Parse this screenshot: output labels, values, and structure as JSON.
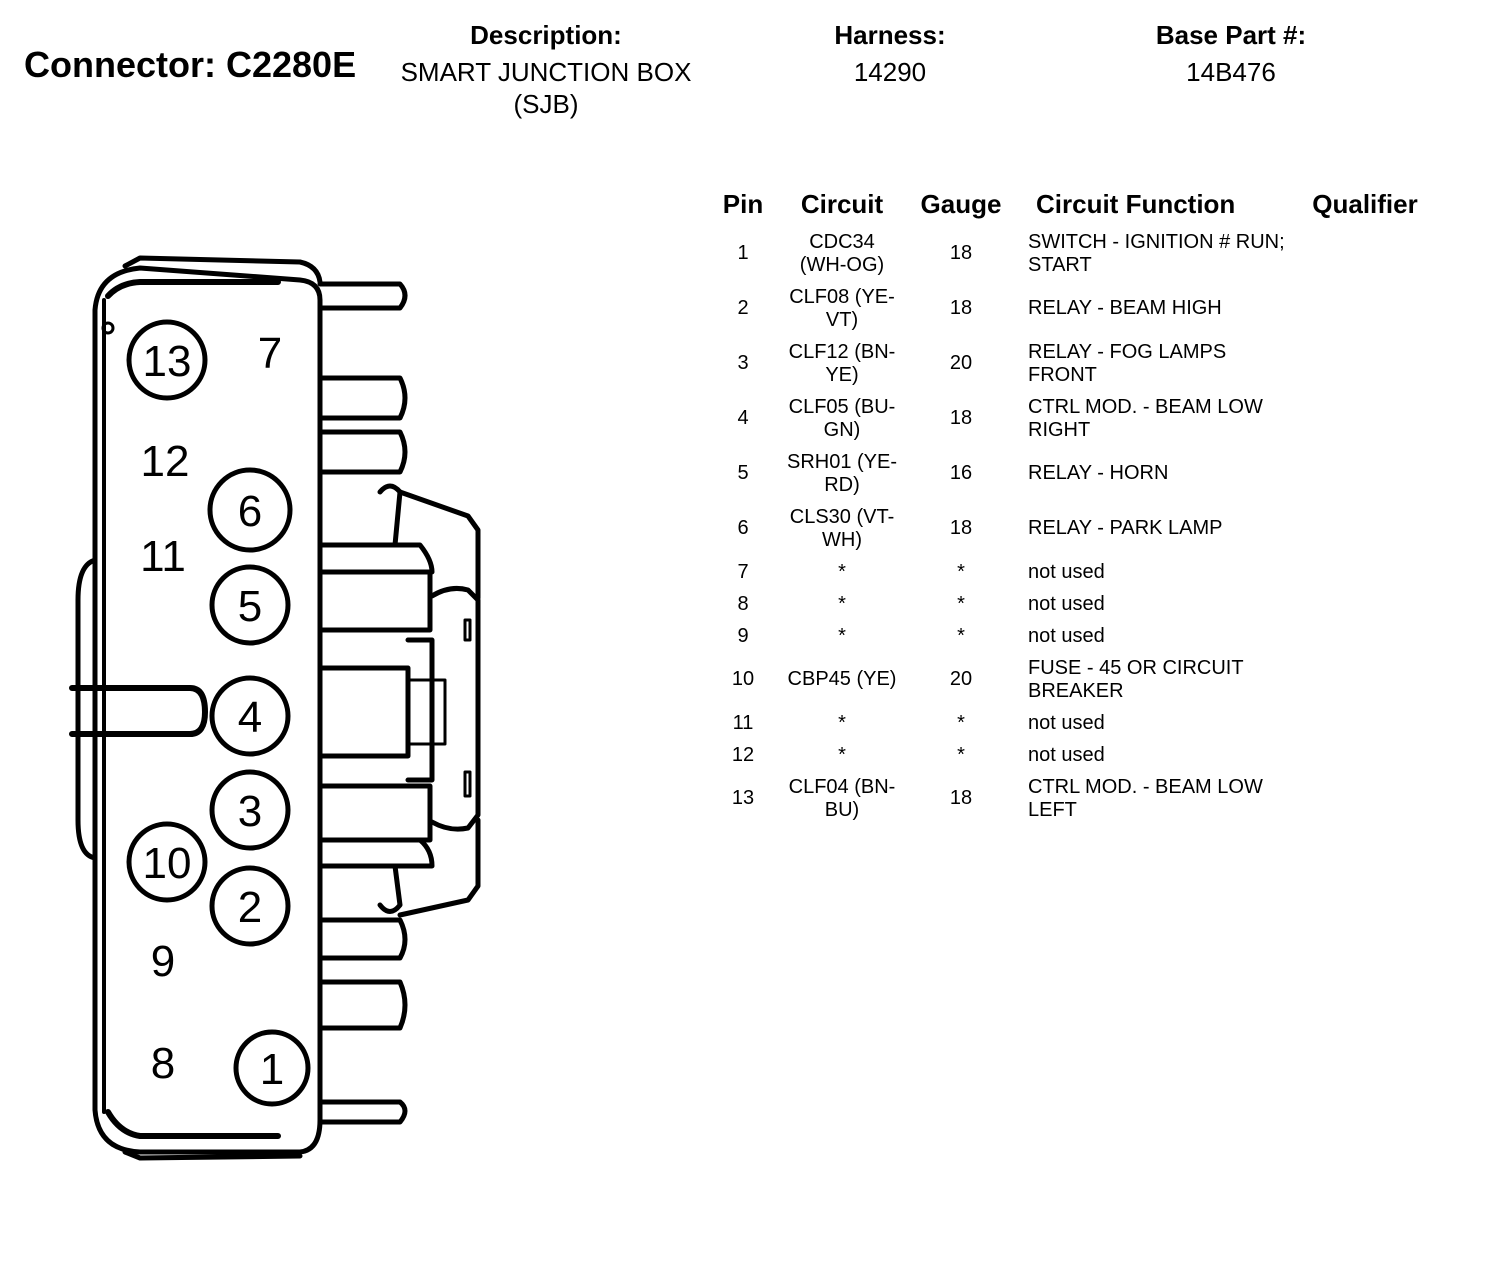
{
  "header": {
    "connector_label": "Connector: C2280E",
    "description_heading": "Description:",
    "description_line1": "SMART JUNCTION BOX",
    "description_line2": "(SJB)",
    "harness_heading": "Harness:",
    "harness_value": "14290",
    "base_part_heading": "Base Part #:",
    "base_part_value": "14B476"
  },
  "table": {
    "columns": [
      "Pin",
      "Circuit",
      "Gauge",
      "Circuit Function",
      "Qualifier"
    ],
    "rows": [
      {
        "pin": "1",
        "circuit": "CDC34 (WH-OG)",
        "gauge": "18",
        "function": "SWITCH - IGNITION # RUN; START",
        "qualifier": ""
      },
      {
        "pin": "2",
        "circuit": "CLF08 (YE-VT)",
        "gauge": "18",
        "function": "RELAY - BEAM HIGH",
        "qualifier": ""
      },
      {
        "pin": "3",
        "circuit": "CLF12 (BN-YE)",
        "gauge": "20",
        "function": "RELAY - FOG LAMPS FRONT",
        "qualifier": ""
      },
      {
        "pin": "4",
        "circuit": "CLF05 (BU-GN)",
        "gauge": "18",
        "function": "CTRL MOD. - BEAM LOW RIGHT",
        "qualifier": ""
      },
      {
        "pin": "5",
        "circuit": "SRH01 (YE-RD)",
        "gauge": "16",
        "function": "RELAY - HORN",
        "qualifier": ""
      },
      {
        "pin": "6",
        "circuit": "CLS30 (VT-WH)",
        "gauge": "18",
        "function": "RELAY - PARK LAMP",
        "qualifier": ""
      },
      {
        "pin": "7",
        "circuit": "*",
        "gauge": "*",
        "function": "not used",
        "qualifier": ""
      },
      {
        "pin": "8",
        "circuit": "*",
        "gauge": "*",
        "function": "not used",
        "qualifier": ""
      },
      {
        "pin": "9",
        "circuit": "*",
        "gauge": "*",
        "function": "not used",
        "qualifier": ""
      },
      {
        "pin": "10",
        "circuit": "CBP45 (YE)",
        "gauge": "20",
        "function": "FUSE - 45 OR CIRCUIT BREAKER",
        "qualifier": ""
      },
      {
        "pin": "11",
        "circuit": "*",
        "gauge": "*",
        "function": "not used",
        "qualifier": ""
      },
      {
        "pin": "12",
        "circuit": "*",
        "gauge": "*",
        "function": "not used",
        "qualifier": ""
      },
      {
        "pin": "13",
        "circuit": "CLF04 (BN-BU)",
        "gauge": "18",
        "function": "CTRL MOD. - BEAM LOW LEFT",
        "qualifier": ""
      }
    ]
  },
  "diagram": {
    "pins": [
      {
        "label": "13",
        "circled": true
      },
      {
        "label": "7",
        "circled": false
      },
      {
        "label": "12",
        "circled": false
      },
      {
        "label": "6",
        "circled": true
      },
      {
        "label": "11",
        "circled": false
      },
      {
        "label": "5",
        "circled": true
      },
      {
        "label": "4",
        "circled": true
      },
      {
        "label": "3",
        "circled": true
      },
      {
        "label": "10",
        "circled": true
      },
      {
        "label": "2",
        "circled": true
      },
      {
        "label": "9",
        "circled": false
      },
      {
        "label": "8",
        "circled": false
      },
      {
        "label": "1",
        "circled": true
      }
    ]
  }
}
